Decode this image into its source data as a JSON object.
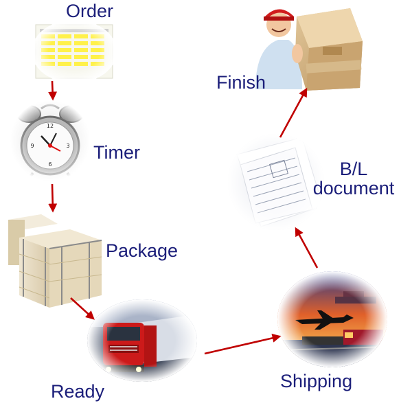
{
  "steps": {
    "order": "Order",
    "timer": "Timer",
    "package": "Package",
    "ready": "Ready",
    "shipping": "Shipping",
    "bl_line1": "B/L",
    "bl_line2": "document",
    "finish": "Finish"
  },
  "colors": {
    "label": "#1c1f7a",
    "arrow": "#c00000"
  }
}
